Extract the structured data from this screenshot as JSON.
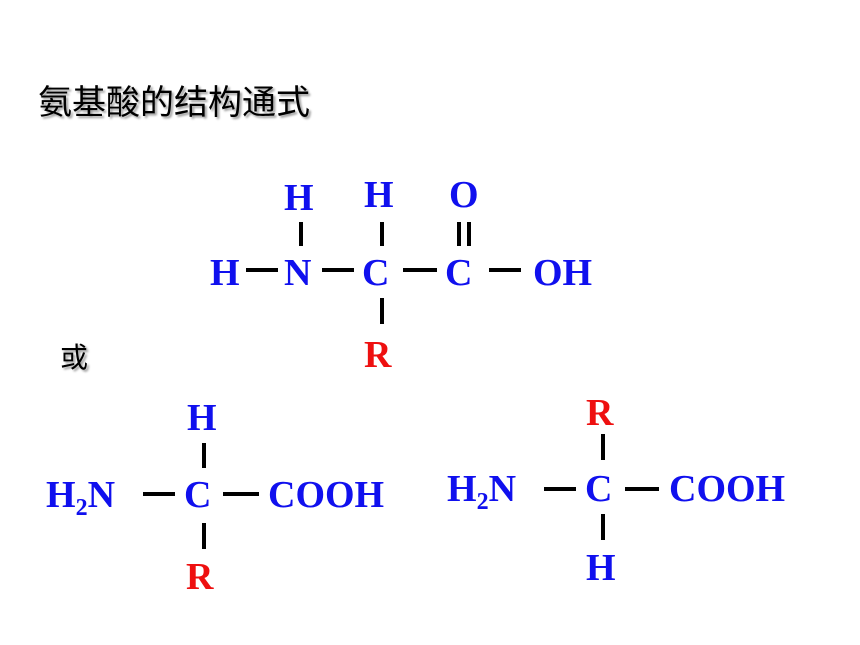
{
  "title": "氨基酸的结构通式",
  "or_label": "或",
  "colors": {
    "atom": "#1010ee",
    "r_group": "#ee1010",
    "bond": "#000000"
  },
  "formula1": {
    "h_top_n": "H",
    "h_top_c": "H",
    "o_top": "O",
    "h_left": "H",
    "n": "N",
    "c_alpha": "C",
    "c_carboxyl": "C",
    "oh": "OH",
    "r": "R"
  },
  "formula2": {
    "h_top": "H",
    "amino_h": "H",
    "amino_sub": "2",
    "amino_n": "N",
    "c": "C",
    "cooh": "COOH",
    "r": "R"
  },
  "formula3": {
    "r": "R",
    "amino_h": "H",
    "amino_sub": "2",
    "amino_n": "N",
    "c": "C",
    "cooh": "COOH",
    "h_bottom": "H"
  }
}
